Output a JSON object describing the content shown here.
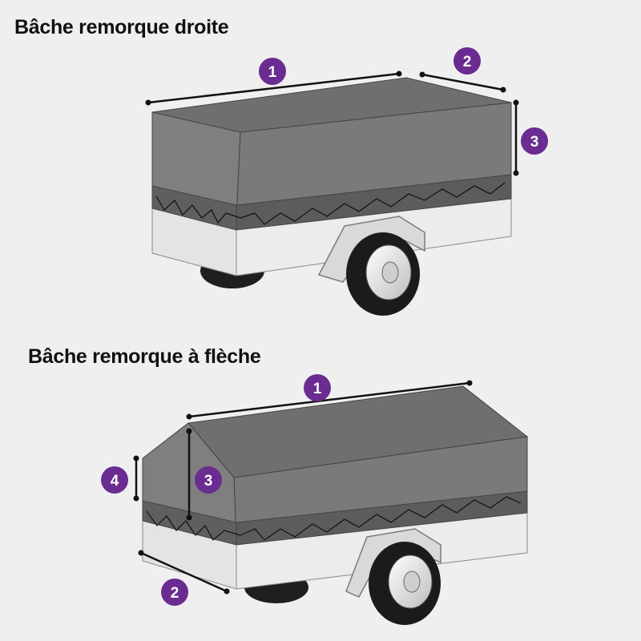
{
  "colors": {
    "tarp": "#7a7a7a",
    "tarp_top": "#6f6f6f",
    "tarp_band": "#5e5e5e",
    "body": "#e6e6e6",
    "badge": "#6a2c91",
    "dimension_line": "#111111",
    "background": "#efefef"
  },
  "diagrams": [
    {
      "title": "Bâche remorque droite",
      "badges": [
        "1",
        "2",
        "3"
      ]
    },
    {
      "title": "Bâche remorque à flèche",
      "badges": [
        "1",
        "2",
        "3",
        "4"
      ]
    }
  ]
}
